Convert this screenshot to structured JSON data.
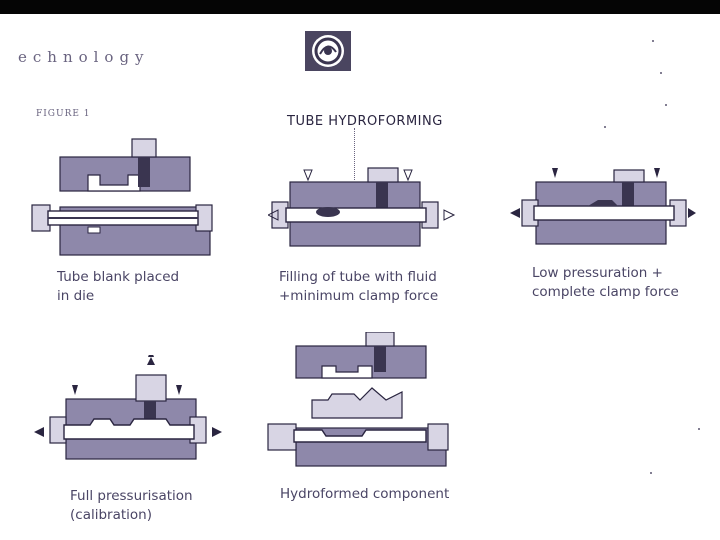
{
  "header": {
    "section_word": "echnology",
    "figure_label": "FIGURE 1"
  },
  "title": "TUBE HYDROFORMING",
  "steps": [
    {
      "caption": "Tube blank placed\nin die"
    },
    {
      "caption": "Filling of tube with fluid\n+minimum clamp force"
    },
    {
      "caption": "Low pressuration +\ncomplete clamp force"
    },
    {
      "caption": "Full pressurisation\n(calibration)"
    },
    {
      "caption": "Hydroformed component"
    }
  ],
  "colors": {
    "die": "#8e88aa",
    "die_dark": "#3a3550",
    "outline": "#2a2540",
    "background": "#ffffff"
  },
  "icons": [
    "logo-emblem",
    "down-arrow",
    "up-arrow",
    "side-arrow-left",
    "side-arrow-right"
  ]
}
